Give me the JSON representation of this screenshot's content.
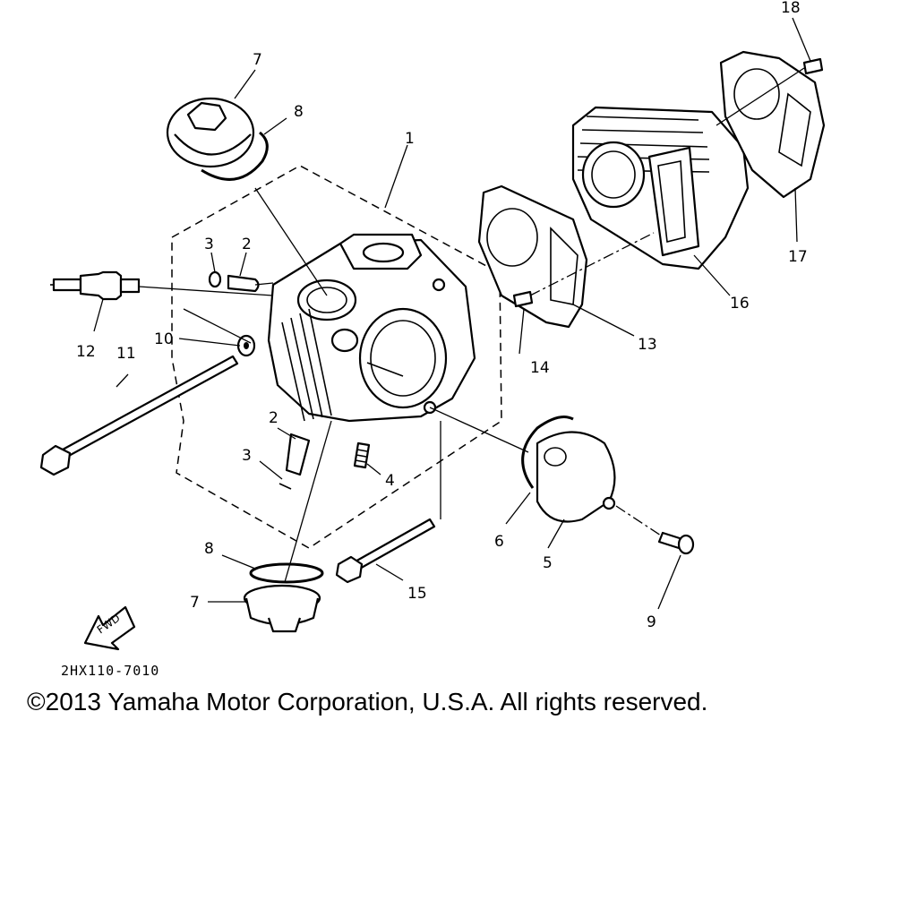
{
  "diagram": {
    "callouts": [
      "1",
      "2",
      "2",
      "3",
      "3",
      "4",
      "5",
      "6",
      "7",
      "7",
      "8",
      "8",
      "9",
      "10",
      "11",
      "12",
      "13",
      "14",
      "15",
      "16",
      "17",
      "18"
    ],
    "fwd_label": "FWD",
    "drawing_code": "2HX110-7010"
  },
  "footer": {
    "copyright": "©2013 Yamaha Motor Corporation, U.S.A. All rights reserved."
  }
}
